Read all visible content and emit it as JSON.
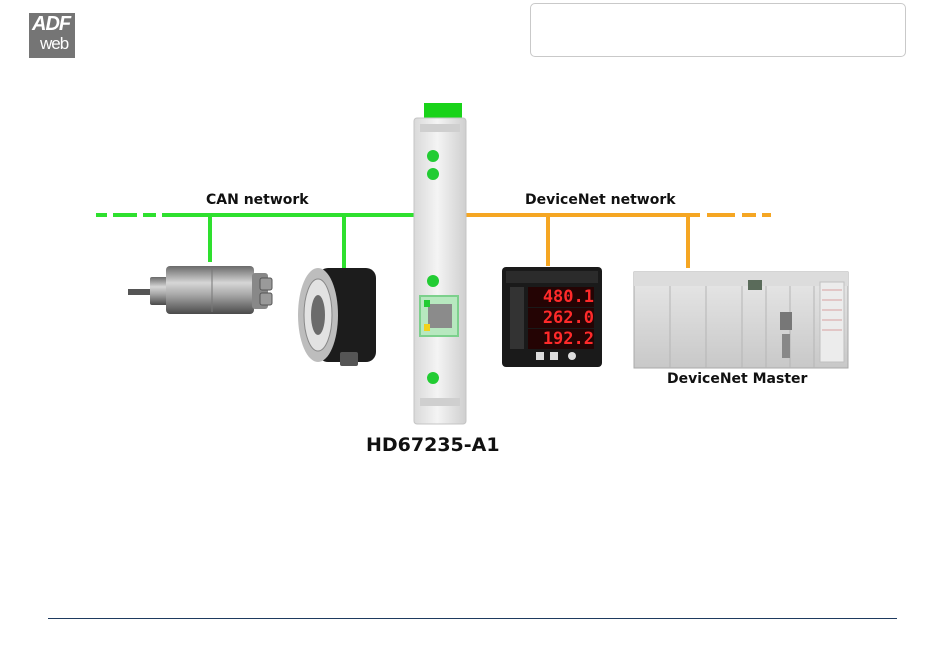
{
  "logo": {
    "line1": "ADF",
    "line2": "web"
  },
  "diagram": {
    "left_network_label": "CAN network",
    "right_network_label": "DeviceNet network",
    "gateway_label": "HD67235-A1",
    "master_label": "DeviceNet Master",
    "meter_readings": [
      "480.1",
      "262.0",
      "192.2"
    ],
    "colors": {
      "can": "#2ee02e",
      "devicenet": "#f5a623",
      "led": "#22cc33"
    }
  }
}
